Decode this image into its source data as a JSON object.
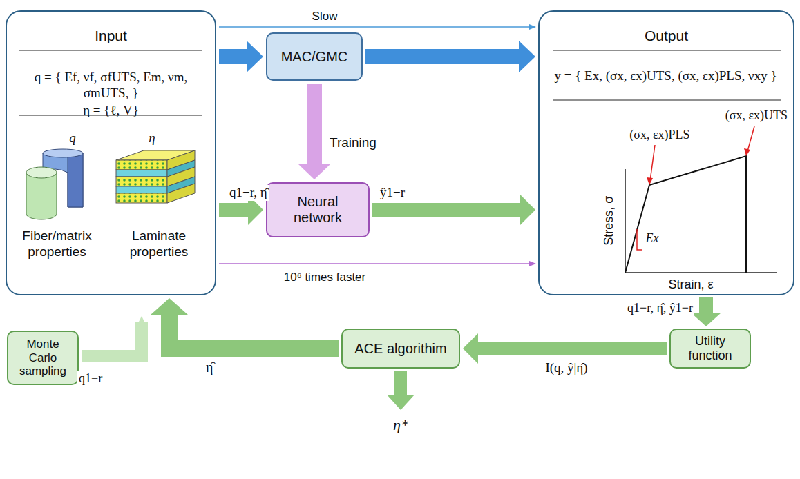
{
  "diagram": {
    "nodes": [
      {
        "text": [
          "Input",
          "q = { Ef, νf, σfUTS, Em, νm, σmUTS, }",
          "η = {ℓ, V}",
          "q",
          "η",
          "Fiber/matrix properties",
          "Laminate properties"
        ]
      },
      {
        "text": [
          "MAC/GMC"
        ]
      },
      {
        "text": [
          "Neural network"
        ]
      },
      {
        "text": [
          "Output",
          "y = { Ex, (σx, εx)UTS, (σx, εx)PLS, νxy }"
        ]
      },
      {
        "text": [
          "Utility function"
        ]
      },
      {
        "text": [
          "ACE algorithim"
        ]
      },
      {
        "text": [
          "Monte Carlo sampling"
        ]
      }
    ],
    "edges": [
      {
        "from": 0,
        "to": 1,
        "arrow": "to"
      },
      {
        "from": 1,
        "to": 3,
        "arrow": "to"
      },
      {
        "from": 1,
        "to": 2,
        "label": "Training",
        "arrow": "to"
      },
      {
        "from": 0,
        "to": 2,
        "label": "q1−r, η̂",
        "arrow": "to"
      },
      {
        "from": 2,
        "to": 3,
        "label": "ŷ1−r",
        "arrow": "to"
      },
      {
        "from": 0,
        "to": 3,
        "label": "Slow",
        "arrow": "to"
      },
      {
        "from": 0,
        "to": 3,
        "label": "10⁶ times faster",
        "arrow": "to"
      },
      {
        "from": 3,
        "to": 4,
        "label": "q1−r, η̂, ŷ1−r",
        "arrow": "to"
      },
      {
        "from": 4,
        "to": 5,
        "label": "I(q, ŷ|η̂)",
        "arrow": "to"
      },
      {
        "from": 5,
        "to": 0,
        "label": "η̂",
        "arrow": "to"
      },
      {
        "from": 6,
        "to": 0,
        "label": "q1−r",
        "arrow": "to"
      }
    ],
    "labels": [
      "Stress, σ",
      "Strain, ε",
      "(σx, εx)PLS",
      "(σx, εx)UTS",
      "Ex",
      "η*"
    ]
  }
}
